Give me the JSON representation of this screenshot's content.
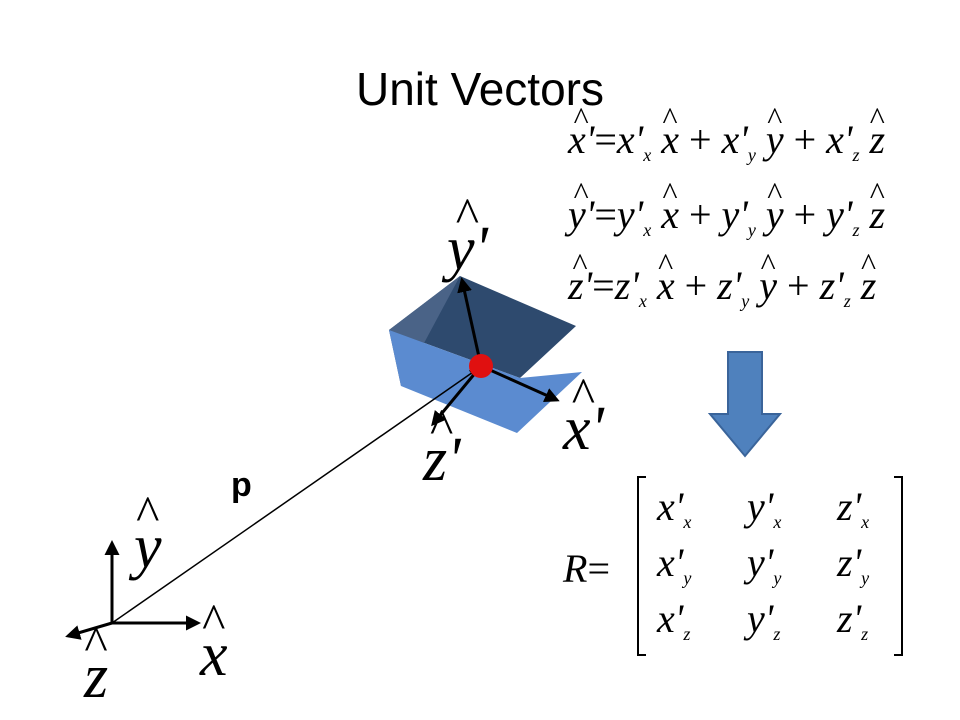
{
  "title": "Unit Vectors",
  "vector_label": "p",
  "world_axes": {
    "x": "x",
    "y": "y",
    "z": "z"
  },
  "body_axes": {
    "x": "x'",
    "y": "y'",
    "z": "z'"
  },
  "equations": [
    {
      "lhs": "x'",
      "a": "x'",
      "sx": "x",
      "b": "x'",
      "sy": "y",
      "c": "x'",
      "sz": "z"
    },
    {
      "lhs": "y'",
      "a": "y'",
      "sx": "x",
      "b": "y'",
      "sy": "y",
      "c": "y'",
      "sz": "z"
    },
    {
      "lhs": "z'",
      "a": "z'",
      "sx": "x",
      "b": "z'",
      "sy": "y",
      "c": "z'",
      "sz": "z"
    }
  ],
  "basis": {
    "x": "x",
    "y": "y",
    "z": "z"
  },
  "operators": {
    "eq": "=",
    "plus": "+"
  },
  "matrix": {
    "name": "R",
    "cells": [
      [
        {
          "b": "x'",
          "s": "x"
        },
        {
          "b": "y'",
          "s": "x"
        },
        {
          "b": "z'",
          "s": "x"
        }
      ],
      [
        {
          "b": "x'",
          "s": "y"
        },
        {
          "b": "y'",
          "s": "y"
        },
        {
          "b": "z'",
          "s": "y"
        }
      ],
      [
        {
          "b": "x'",
          "s": "z"
        },
        {
          "b": "y'",
          "s": "z"
        },
        {
          "b": "z'",
          "s": "z"
        }
      ]
    ]
  },
  "colors": {
    "box_top": "#2e4a6e",
    "box_left": "#4a6387",
    "box_front": "#5b8bd0",
    "origin_dot": "#e01010",
    "arrow_fill": "#4f81bd",
    "arrow_stroke": "#3a649a"
  }
}
